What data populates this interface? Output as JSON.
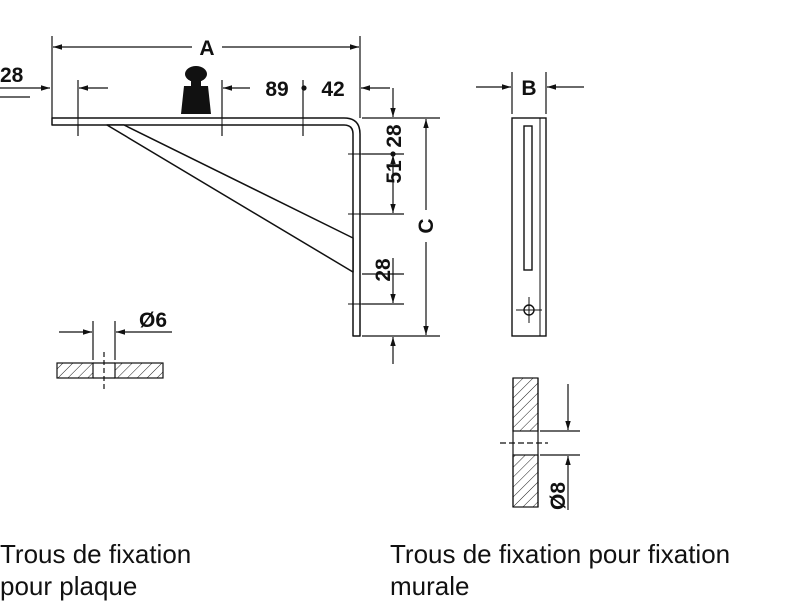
{
  "dimensions": {
    "a": "A",
    "b": "B",
    "c": "C",
    "left_offset": "28",
    "spacing_89": "89",
    "spacing_42": "42",
    "vertical_51": "51",
    "vertical_28_top": "28",
    "vertical_28_bottom": "28",
    "hole_plate": "Ø6",
    "hole_wall": "Ø8"
  },
  "captions": {
    "plate_holes": "Trous de fixation\npour plaque",
    "wall_holes": "Trous de fixation pour fixation\nmurale"
  }
}
